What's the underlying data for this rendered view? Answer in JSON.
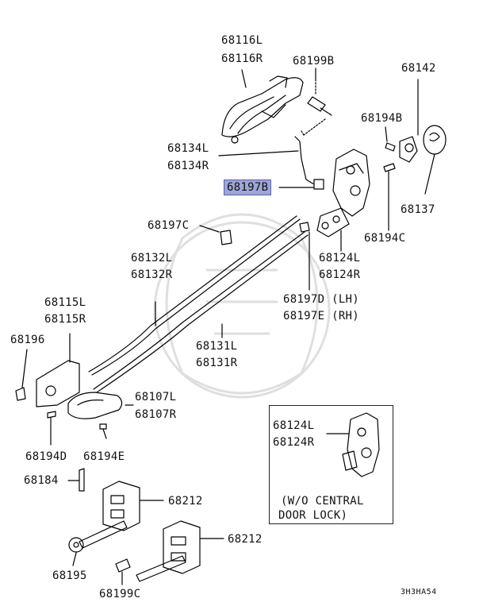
{
  "labels": {
    "p68116": [
      "68116L",
      "68116R"
    ],
    "p68199B": "68199B",
    "p68142": "68142",
    "p68194B": "68194B",
    "p68134": [
      "68134L",
      "68134R"
    ],
    "p68197B": "68197B",
    "p68137": "68137",
    "p68197C": "68197C",
    "p68194C": "68194C",
    "p68132": [
      "68132L",
      "68132R"
    ],
    "p68124": [
      "68124L",
      "68124R"
    ],
    "p68197DE": [
      "68197D (LH)",
      "68197E (RH)"
    ],
    "p68115": [
      "68115L",
      "68115R"
    ],
    "p68196": "68196",
    "p68131": [
      "68131L",
      "68131R"
    ],
    "p68107": [
      "68107L",
      "68107R"
    ],
    "p68194D": "68194D",
    "p68194E": "68194E",
    "p68184": "68184",
    "p68212a": "68212",
    "p68212b": "68212",
    "p68195": "68195",
    "p68199C": "68199C",
    "inset": {
      "part": [
        "68124L",
        "68124R"
      ],
      "note": [
        "(W/O CENTRAL",
        "DOOR LOCK)"
      ]
    }
  },
  "diagram_code": "3H3HA54",
  "highlight_color": "#9ea6d8"
}
